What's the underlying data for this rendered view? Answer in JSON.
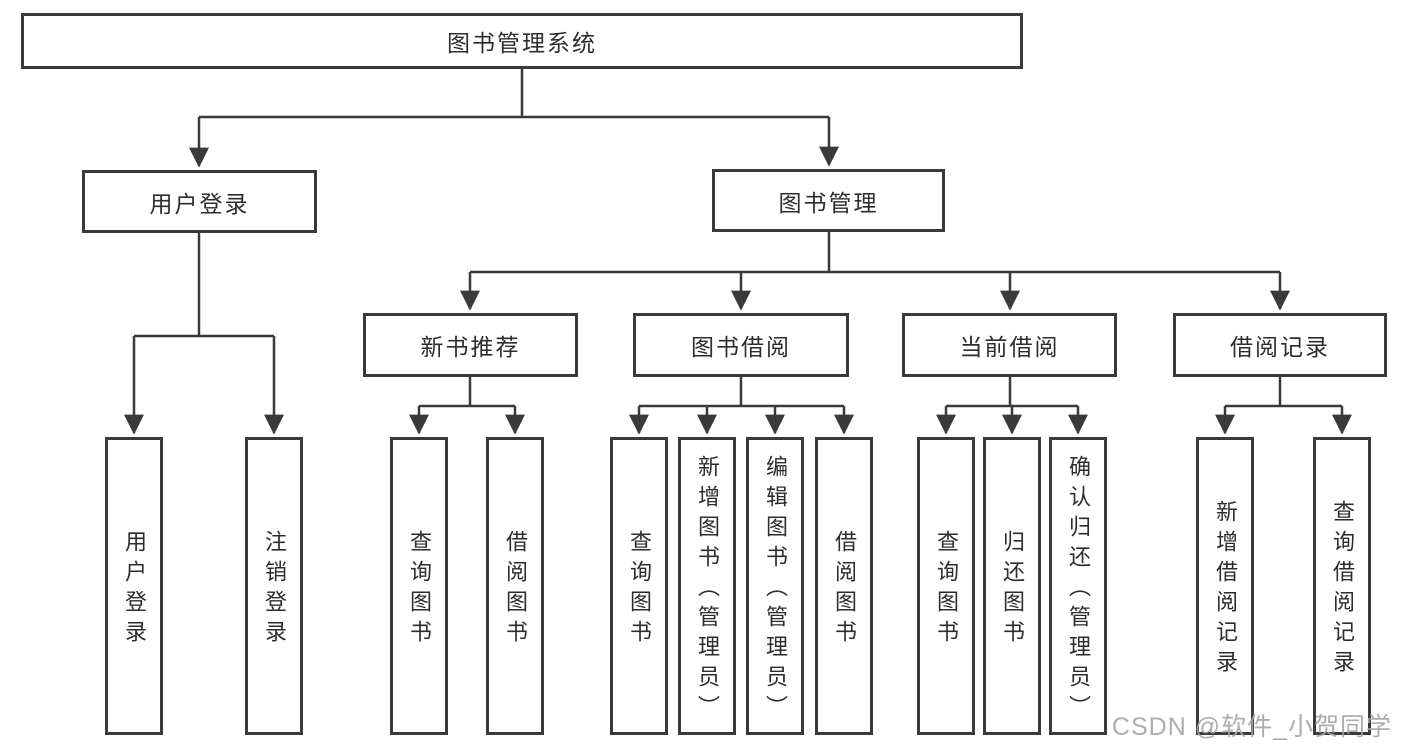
{
  "diagram": {
    "root": "图书管理系统",
    "level2": [
      {
        "label": "用户登录",
        "children": [
          "用户登录",
          "注销登录"
        ]
      },
      {
        "label": "图书管理",
        "groups": [
          {
            "label": "新书推荐",
            "children": [
              "查询图书",
              "借阅图书"
            ]
          },
          {
            "label": "图书借阅",
            "children": [
              "查询图书",
              "新增图书（管理员）",
              "编辑图书（管理员）",
              "借阅图书"
            ]
          },
          {
            "label": "当前借阅",
            "children": [
              "查询图书",
              "归还图书",
              "确认归还（管理员）"
            ]
          },
          {
            "label": "借阅记录",
            "children": [
              "新增借阅记录",
              "查询借阅记录"
            ]
          }
        ]
      }
    ]
  },
  "watermark": "CSDN @软件_小贺同学",
  "colors": {
    "line": "#3a3a3a",
    "box_border": "#3a3a3a",
    "text": "#2d2d2d",
    "watermark": "#a4a4a4",
    "background": "#ffffff"
  }
}
